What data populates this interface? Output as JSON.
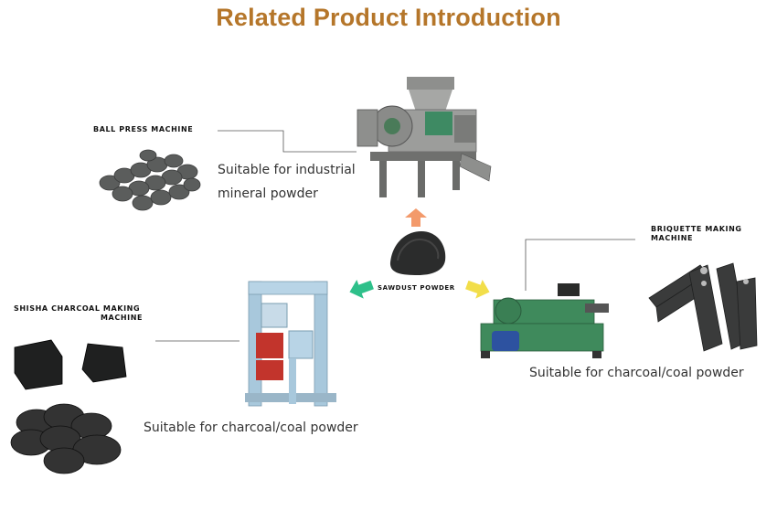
{
  "title": "Related Product Introduction",
  "center": {
    "label": "SAWDUST POWDER"
  },
  "ball_press": {
    "label": "BALL PRESS MACHINE",
    "desc_line1": "Suitable for industrial",
    "desc_line2": "mineral powder"
  },
  "briquette": {
    "label_line1": "BRIQUETTE MAKING",
    "label_line2": "MACHINE",
    "desc": "Suitable for charcoal/coal powder"
  },
  "shisha": {
    "label_line1": "SHISHA CHARCOAL MAKING",
    "label_line2": "MACHINE",
    "desc": "Suitable for charcoal/coal powder"
  },
  "colors": {
    "title": "#b5762a",
    "arrow_up": "#f39a6b",
    "arrow_left": "#2ec08a",
    "arrow_right": "#f2de4a"
  },
  "icons": [
    "ball-briquettes-image",
    "ball-press-machine-image",
    "sawdust-powder-image",
    "block-press-machine-image",
    "shisha-charcoal-image",
    "briquette-extruder-machine-image",
    "briquette-sticks-image"
  ]
}
